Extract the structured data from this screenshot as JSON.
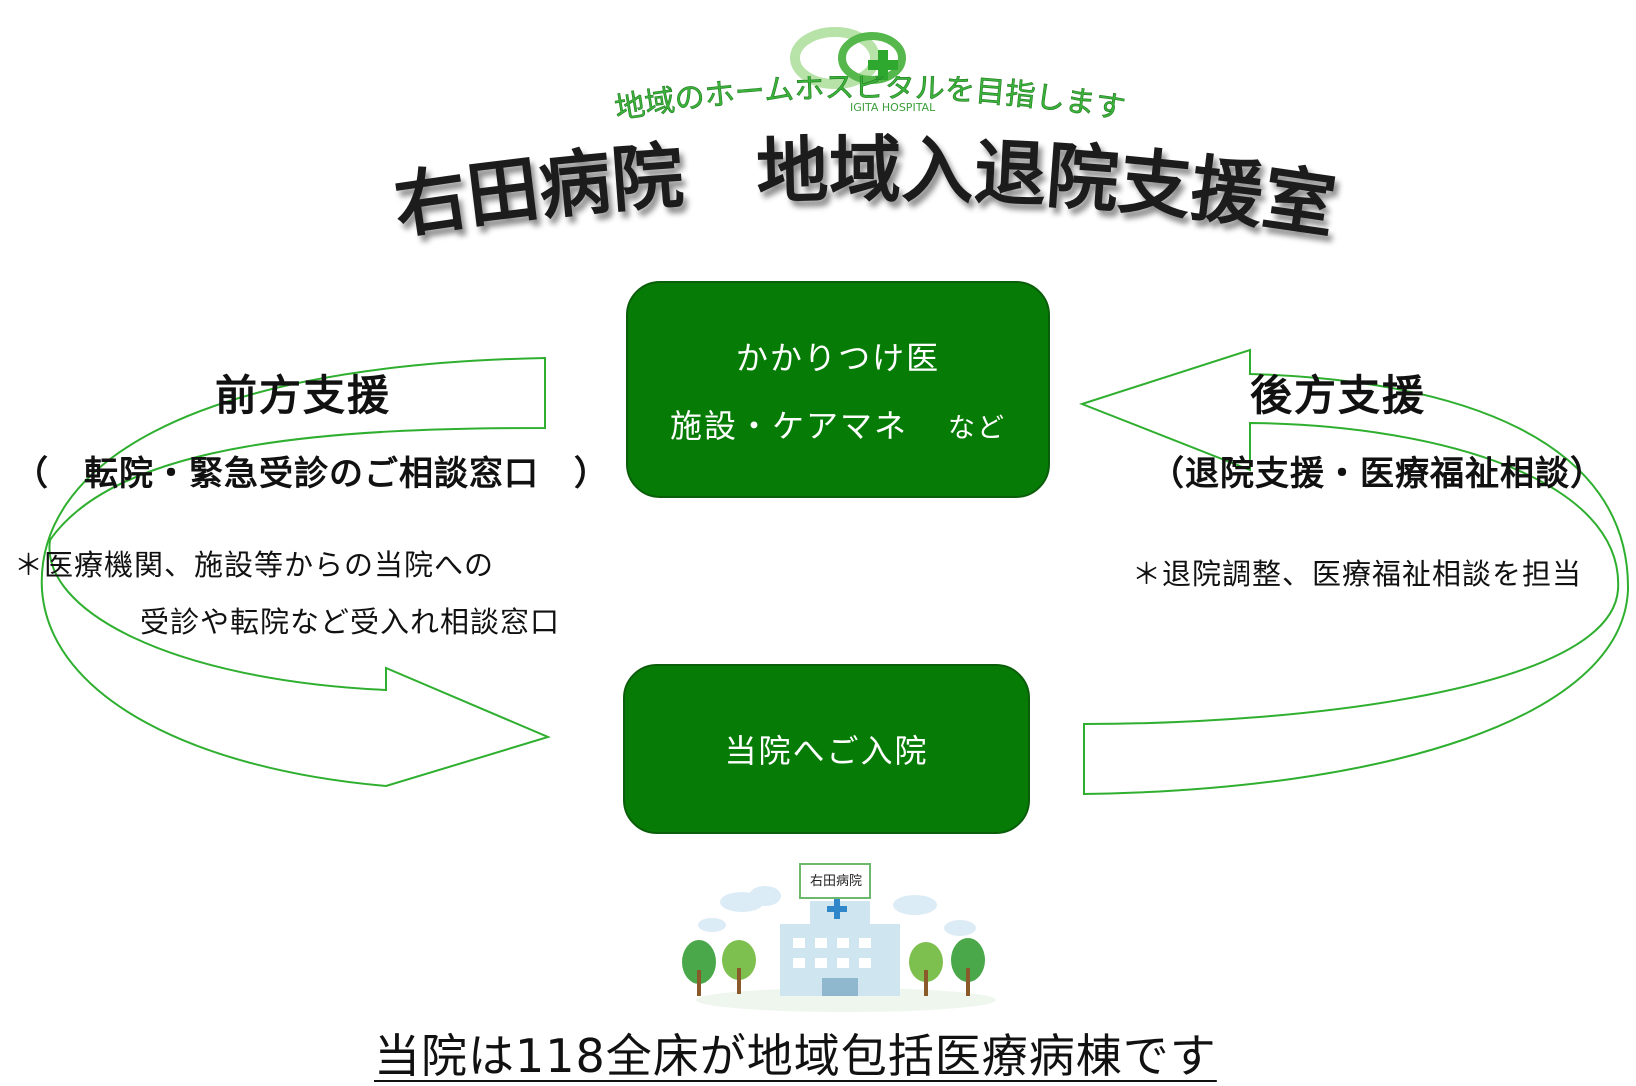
{
  "logo": {
    "text": "IGITA HOSPITAL"
  },
  "tagline": "地域のホームホスピタルを目指します",
  "title": "右田病院　地域入退院支援室",
  "top_box": {
    "line1": "かかりつけ医",
    "line2": "施設・ケアマネ",
    "line2_suffix": "など"
  },
  "bottom_box": {
    "text": "当院へご入院"
  },
  "left_panel": {
    "heading": "前方支援",
    "subheading": "（　転院・緊急受診のご相談窓口　）",
    "note_line1": "＊医療機関、施設等からの当院への",
    "note_line2": "受診や転院など受入れ相談窓口"
  },
  "right_panel": {
    "heading": "後方支援",
    "subheading": "（退院支援・医療福祉相談）",
    "note": "＊退院調整、医療福祉相談を担当"
  },
  "hospital_sign": "右田病院",
  "footer": "当院は118全床が地域包括医療病棟です",
  "colors": {
    "box_green": "#067c06",
    "arrow_green": "#2faf2f",
    "tagline_green": "#3cb43c"
  }
}
